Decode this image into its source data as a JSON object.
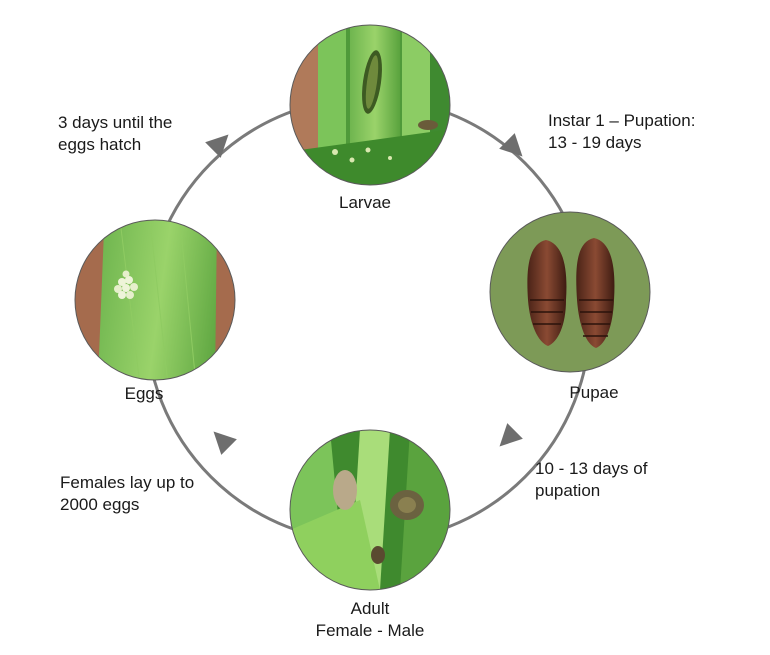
{
  "stages": {
    "larvae": "Larvae",
    "pupae": "Pupae",
    "adult": "Adult\nFemale - Male",
    "eggs": "Eggs"
  },
  "transitions": {
    "eggs_to_larvae": "3 days until the\neggs  hatch",
    "larvae_to_pupae": "Instar 1 – Pupation:\n13 - 19 days",
    "pupae_to_adult": "10 - 13 days of\npupation",
    "adult_to_eggs": "Females lay up to\n2000 eggs"
  },
  "colors": {
    "cycle_line": "#7a7a7a",
    "pupae_background": "#7d9a57",
    "leaf_green": "#4f9a3a",
    "soil": "#a56b4d"
  }
}
